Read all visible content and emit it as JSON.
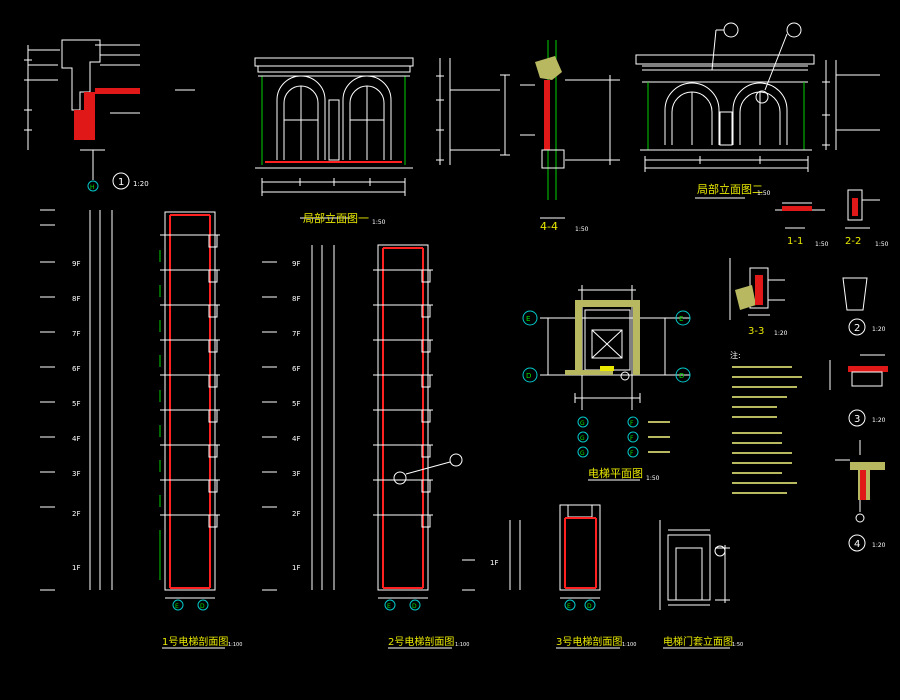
{
  "drawing_titles": {
    "partial_elev_1": "局部立面图一",
    "partial_elev_2": "局部立面图二",
    "section_44": "4-4",
    "section_11": "1-1",
    "section_22": "2-2",
    "section_33": "3-3",
    "elevator_plan": "电梯平面图",
    "elevator1_section": "1号电梯剖面图",
    "elevator2_section": "2号电梯剖面图",
    "elevator3_section": "3号电梯剖面图",
    "elevator_door_elev": "电梯门套立面图"
  },
  "scales": {
    "s150": "1:50",
    "s120": "1:20",
    "s1100": "1:100"
  },
  "detail_numbers": [
    "1",
    "2",
    "3",
    "4"
  ],
  "floor_labels": [
    "9F",
    "8F",
    "7F",
    "6F",
    "5F",
    "4F",
    "3F",
    "2F",
    "1F"
  ],
  "floor_labels_2": [
    "9F",
    "8F",
    "7F",
    "6F",
    "5F",
    "4F",
    "3F",
    "2F",
    "1F"
  ],
  "axis_marks": {
    "E": "E",
    "D": "D",
    "F": "F",
    "G": "G",
    "H": "H"
  },
  "notes": {
    "heading": "注:"
  }
}
